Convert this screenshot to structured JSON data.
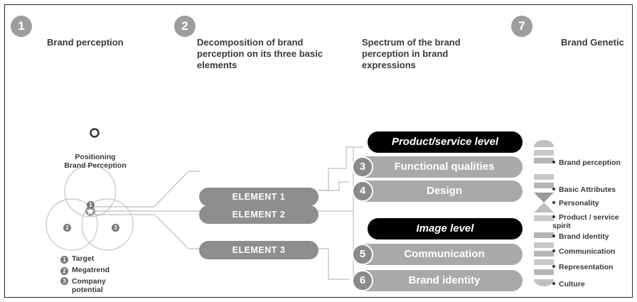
{
  "header": {
    "steps": [
      {
        "num": "1",
        "title": "Brand perception"
      },
      {
        "num": "2",
        "title": "Decomposition of brand perception on its three basic elements"
      },
      {
        "num": "",
        "title": "Spectrum of the brand perception in brand expressions"
      },
      {
        "num": "7",
        "title": "Brand Genetic"
      }
    ]
  },
  "positioning": {
    "line1": "Positioning",
    "line2": "Brand Perception"
  },
  "venn": {
    "n1": "1",
    "n2": "2",
    "n3": "3"
  },
  "legend": [
    {
      "num": "1",
      "label": "Target"
    },
    {
      "num": "2",
      "label": "Megatrend"
    },
    {
      "num": "3",
      "label": "Company potential"
    }
  ],
  "elements": [
    "ELEMENT 1",
    "ELEMENT 2",
    "ELEMENT 3"
  ],
  "levels": {
    "product": "Product/service level",
    "functional": {
      "num": "3",
      "label": "Functional qualities"
    },
    "design": {
      "num": "4",
      "label": "Design"
    },
    "image": "Image level",
    "communication": {
      "num": "5",
      "label": "Communication"
    },
    "brand_identity": {
      "num": "6",
      "label": "Brand identity"
    }
  },
  "genetic": [
    "Brand perception",
    "Basic Attributes",
    "Personality",
    "Product / service spirit",
    "Brand identity",
    "Communication",
    "Representation",
    "Culture"
  ],
  "colors": {
    "pill": "#8e8e8e",
    "bar": "#a9a9a9",
    "dark": "#000000",
    "badge": "#9d9d9d"
  }
}
